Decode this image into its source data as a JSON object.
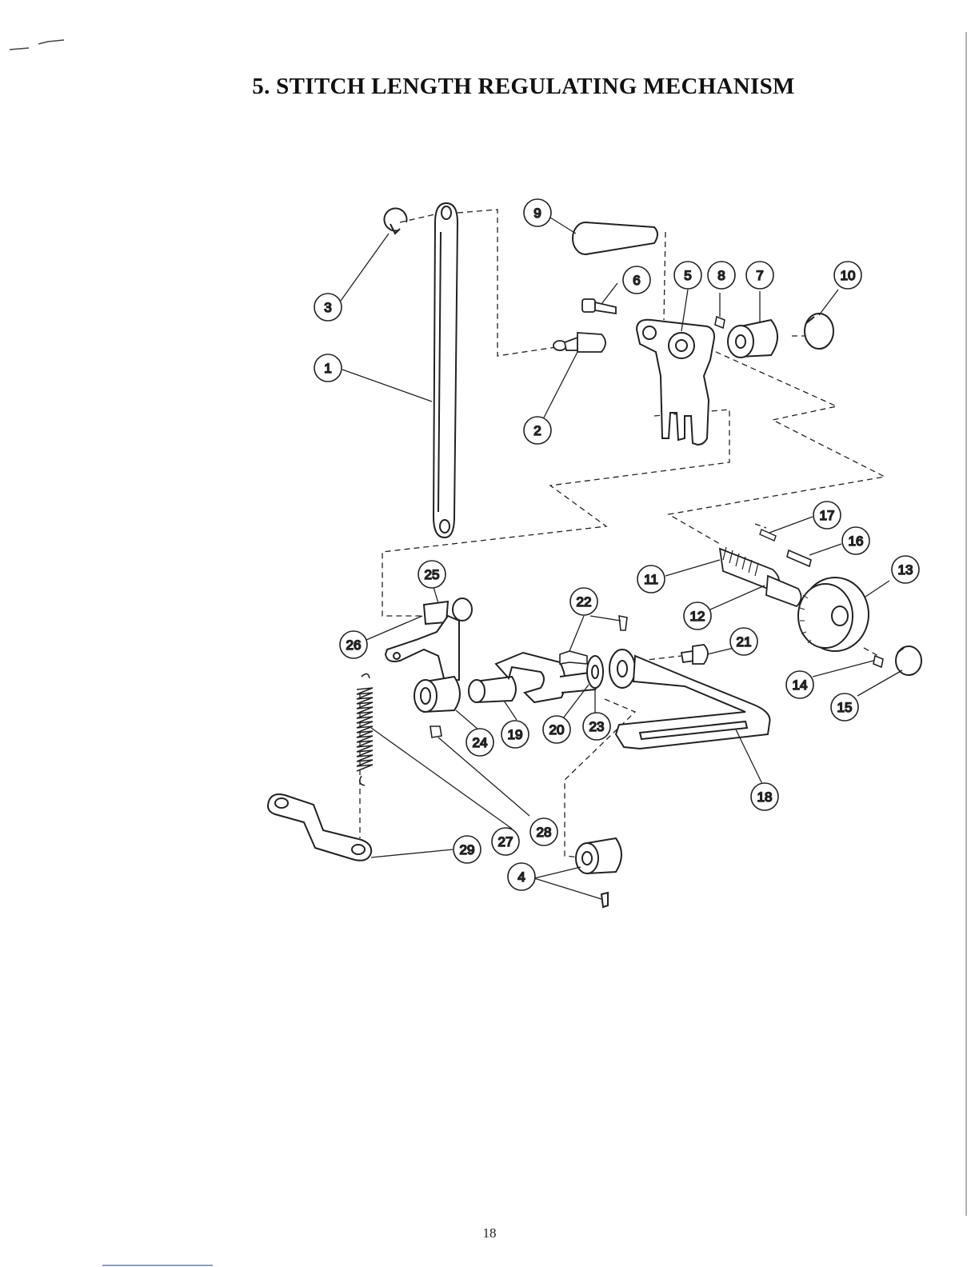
{
  "page": {
    "title": "5. STITCH LENGTH REGULATING MECHANISM",
    "page_number": "18"
  },
  "diagram": {
    "callouts": [
      "1",
      "2",
      "3",
      "4",
      "5",
      "6",
      "7",
      "8",
      "9",
      "10",
      "11",
      "12",
      "13",
      "14",
      "15",
      "16",
      "17",
      "18",
      "19",
      "20",
      "21",
      "22",
      "23",
      "24",
      "25",
      "26",
      "27",
      "28",
      "29"
    ]
  }
}
